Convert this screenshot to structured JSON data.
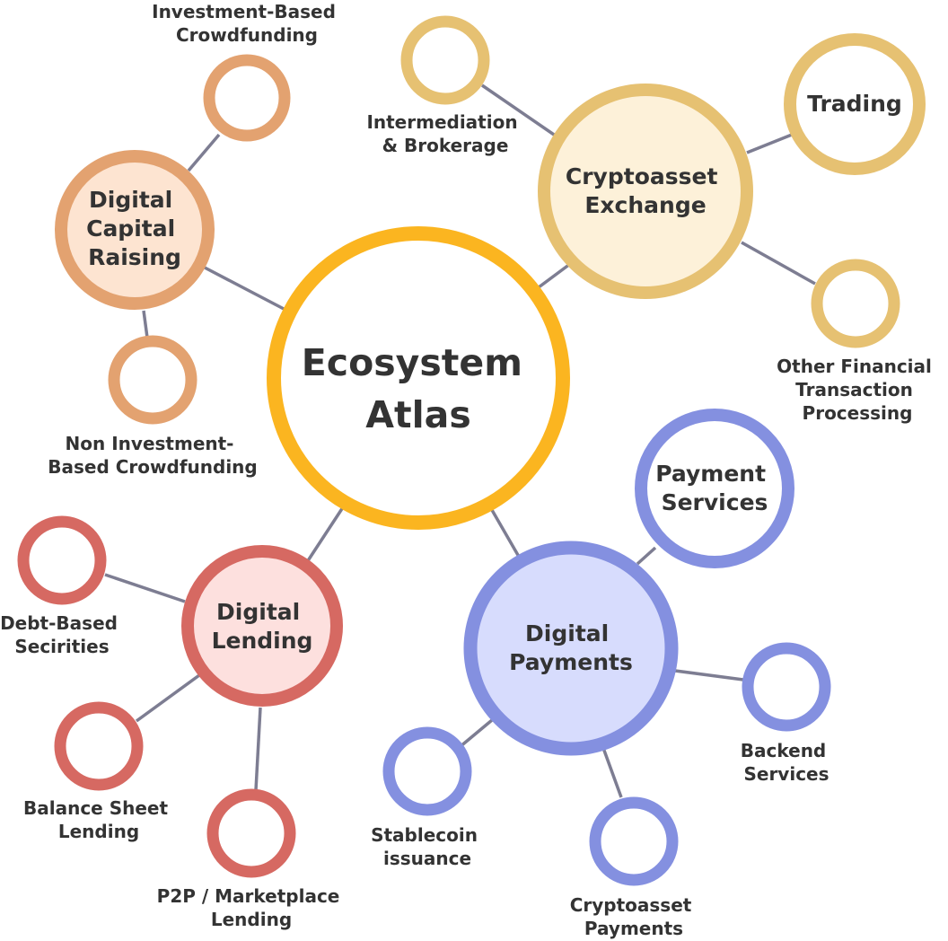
{
  "colors": {
    "center_ring": "#fbb520",
    "capital_ring": "#e3a270",
    "capital_fill": "#fde4d1",
    "exchange_ring": "#e6c172",
    "exchange_fill": "#fdf1d9",
    "lending_ring": "#d66962",
    "lending_fill": "#fde0de",
    "payments_ring": "#8490e0",
    "payments_fill": "#d7dcfd",
    "edge": "#7d7d92",
    "text": "#333333"
  },
  "center": {
    "lines": [
      "Ecosystem",
      "Atlas"
    ]
  },
  "hubs": {
    "capital": {
      "lines": [
        "Digital",
        "Capital",
        "Raising"
      ]
    },
    "exchange": {
      "lines": [
        "Cryptoasset",
        "Exchange"
      ]
    },
    "lending": {
      "lines": [
        "Digital",
        "Lending"
      ]
    },
    "payments": {
      "lines": [
        "Digital",
        "Payments"
      ]
    }
  },
  "leaves": {
    "investment_crowdfunding": {
      "lines": [
        "Investment-Based",
        "Crowdfunding"
      ]
    },
    "non_investment_crowdfunding": {
      "lines": [
        "Non Investment-",
        "Based Crowdfunding"
      ]
    },
    "intermediation": {
      "lines": [
        "Intermediation",
        "& Brokerage"
      ]
    },
    "trading": {
      "lines": [
        "Trading"
      ]
    },
    "other_financial": {
      "lines": [
        "Other Financial",
        "Transaction",
        "Processing"
      ]
    },
    "debt_securities": {
      "lines": [
        "Debt-Based",
        "Secirities"
      ]
    },
    "balance_sheet": {
      "lines": [
        "Balance Sheet",
        "Lending"
      ]
    },
    "p2p": {
      "lines": [
        "P2P / Marketplace",
        "Lending"
      ]
    },
    "payment_services": {
      "lines": [
        "Payment",
        "Services"
      ]
    },
    "backend": {
      "lines": [
        "Backend",
        "Services"
      ]
    },
    "crypto_payments": {
      "lines": [
        "Cryptoasset",
        "Payments"
      ]
    },
    "stablecoin": {
      "lines": [
        "Stablecoin",
        "issuance"
      ]
    }
  }
}
